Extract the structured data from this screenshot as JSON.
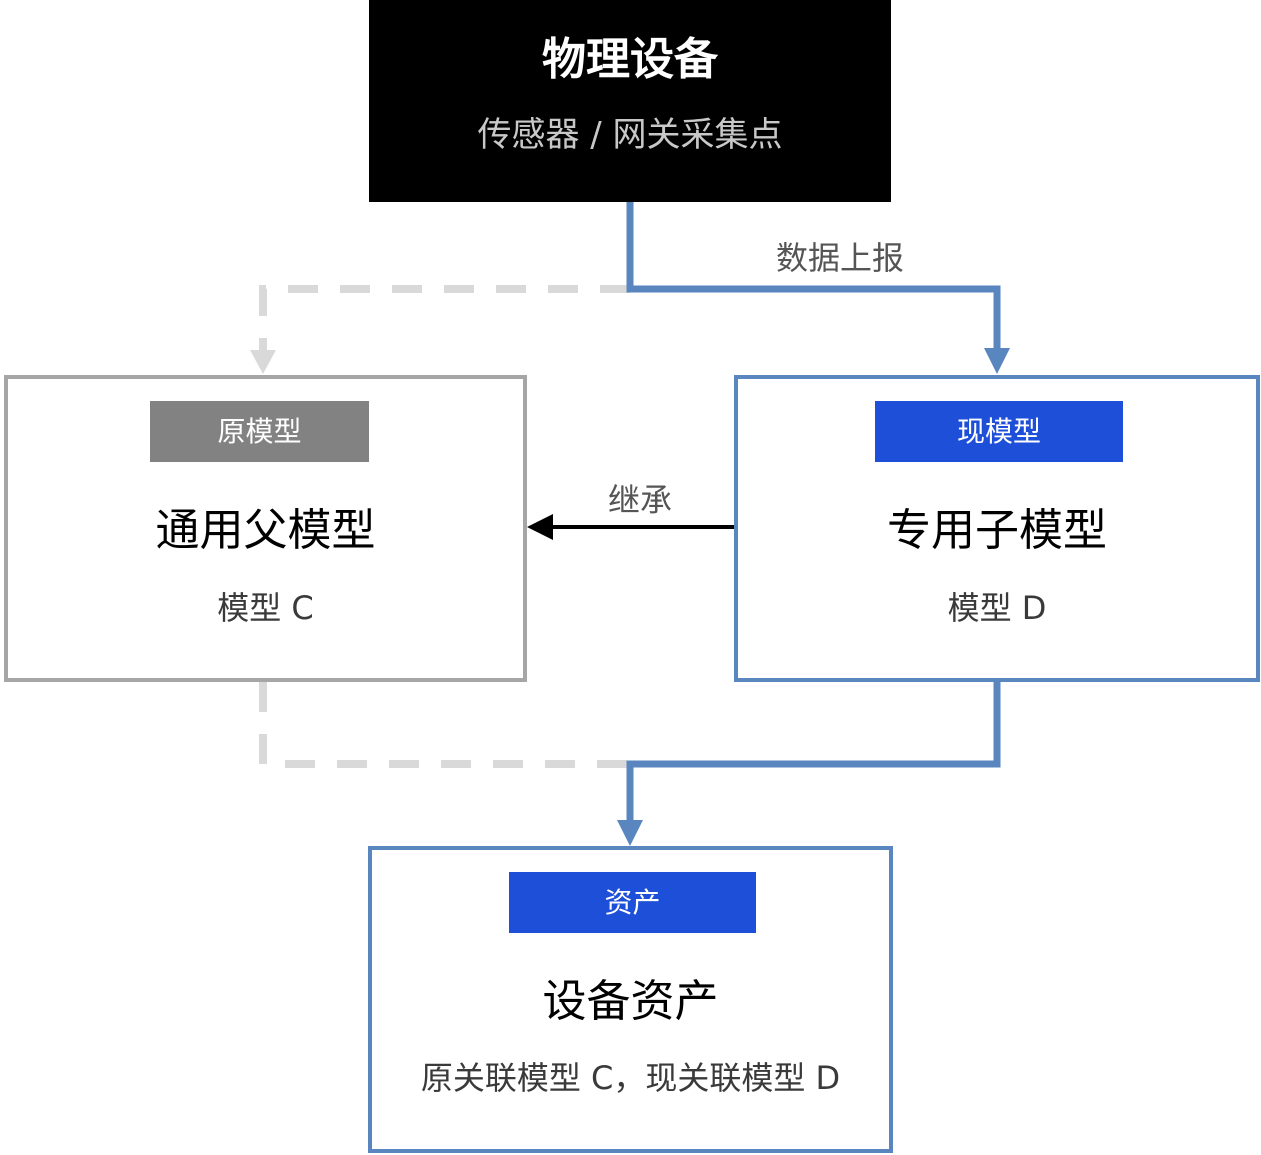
{
  "device": {
    "title": "物理设备",
    "subtitle": "传感器 / 网关采集点"
  },
  "edges": {
    "report_label": "数据上报",
    "inherit_label": "继承"
  },
  "parent_model": {
    "tag": "原模型",
    "title": "通用父模型",
    "subtitle": "模型 C"
  },
  "child_model": {
    "tag": "现模型",
    "title": "专用子模型",
    "subtitle": "模型 D"
  },
  "asset": {
    "tag": "资产",
    "title": "设备资产",
    "subtitle": "原关联模型 C，现关联模型 D"
  },
  "colors": {
    "device_bg": "#000000",
    "gray_border": "#a6a6a6",
    "gray_tag": "#828282",
    "blue_border": "#5a86c0",
    "blue_tag": "#1e4fd9",
    "dashed_line": "#d9d9d9",
    "inherit_arrow": "#000000"
  }
}
